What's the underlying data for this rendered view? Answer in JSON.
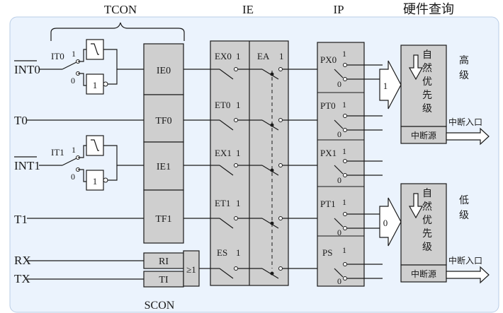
{
  "header": {
    "tcon": "TCON",
    "ie": "IE",
    "ip": "IP",
    "query": "硬件查询"
  },
  "footer": {
    "scon": "SCON"
  },
  "inputs": {
    "int0": "INT0",
    "t0": "T0",
    "int1": "INT1",
    "t1": "T1",
    "rx": "RX",
    "tx": "TX"
  },
  "it_switches": [
    {
      "label": "IT0",
      "pos1": "1",
      "pos0": "0",
      "gate": "1"
    },
    {
      "label": "IT1",
      "pos1": "1",
      "pos0": "0",
      "gate": "1"
    }
  ],
  "flags": {
    "ie0": "IE0",
    "tf0": "TF0",
    "ie1": "IE1",
    "tf1": "TF1",
    "ri": "RI",
    "ti": "TI"
  },
  "or_gate": "≥1",
  "ie_switches": [
    {
      "label": "EX0",
      "pos": "1"
    },
    {
      "label": "ET0",
      "pos": "1"
    },
    {
      "label": "EX1",
      "pos": "1"
    },
    {
      "label": "ET1",
      "pos": "1"
    },
    {
      "label": "ES",
      "pos": "1"
    }
  ],
  "ea": {
    "label": "EA",
    "pos": "1"
  },
  "ip_switches": [
    {
      "label": "PX0",
      "pos1": "1",
      "pos0": "0"
    },
    {
      "label": "PT0",
      "pos1": "1",
      "pos0": "0"
    },
    {
      "label": "PX1",
      "pos1": "1",
      "pos0": "0"
    },
    {
      "label": "PT1",
      "pos1": "1",
      "pos0": "0"
    },
    {
      "label": "PS",
      "pos1": "1",
      "pos0": "0"
    }
  ],
  "high_level": {
    "chars": [
      "自",
      "然",
      "优",
      "先",
      "级"
    ],
    "source": "中断源",
    "input_value": "1",
    "level_chars": [
      "高",
      "级"
    ],
    "entry": "中断入口"
  },
  "low_level": {
    "chars": [
      "自",
      "然",
      "优",
      "先",
      "级"
    ],
    "source": "中断源",
    "input_value": "0",
    "level_chars": [
      "低",
      "级"
    ],
    "entry": "中断入口"
  },
  "colors": {
    "panel_bg": "#ebf3fd",
    "panel_border": "#b9cde6",
    "box_fill": "#cfcfcf",
    "line": "#1a1a1a"
  }
}
